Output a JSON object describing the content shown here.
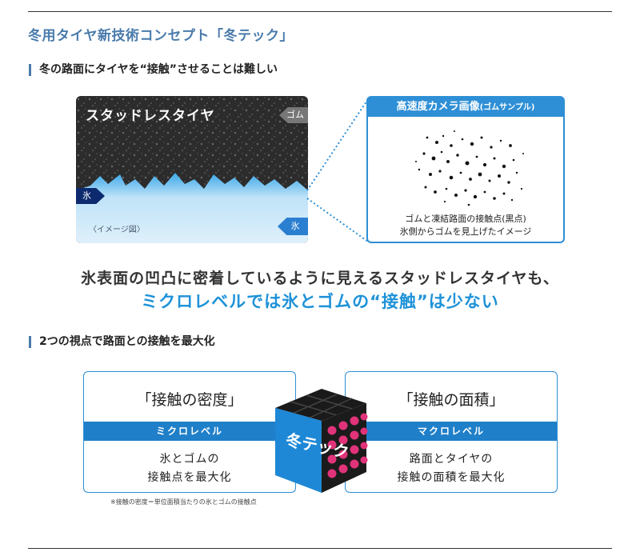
{
  "page_title": "冬用タイヤ新技術コンセプト「冬テック」",
  "section1": {
    "heading": "冬の路面にタイヤを“接触”させることは難しい",
    "tire_image": {
      "label": "スタッドレスタイヤ",
      "rubber_tag": "ゴム",
      "ice_tag_left": "氷",
      "ice_tag_right": "氷",
      "note": "〈イメージ図〉"
    },
    "camera": {
      "header": "高速度カメラ画像",
      "header_sub": "(ゴムサンプル)",
      "caption_line1": "ゴムと凍結路面の接触点(黒点)",
      "caption_line2": "氷側からゴムを見上げたイメージ"
    },
    "statement_line1": "氷表面の凹凸に密着しているように見えるスタッドレスタイヤも、",
    "statement_line2": "ミクロレベルでは氷とゴムの“接触”は少ない"
  },
  "section2": {
    "heading": "2つの視点で路面との接触を最大化",
    "left_panel": {
      "title": "「接触の密度」",
      "band": "ミクロレベル",
      "line1": "氷とゴムの",
      "line2": "接触点を最大化"
    },
    "right_panel": {
      "title": "「接触の面積」",
      "band": "マクロレベル",
      "line1": "路面とタイヤの",
      "line2": "接触の面積を最大化"
    },
    "cube_text": "冬テック",
    "footnote": "※接触の密度＝単位面積当たりの氷とゴムの接触点"
  },
  "colors": {
    "accent_blue": "#1e92d8",
    "title_blue": "#4a7bab",
    "dot_pink": "#e0337a",
    "dark_navy": "#0d2a6e"
  }
}
